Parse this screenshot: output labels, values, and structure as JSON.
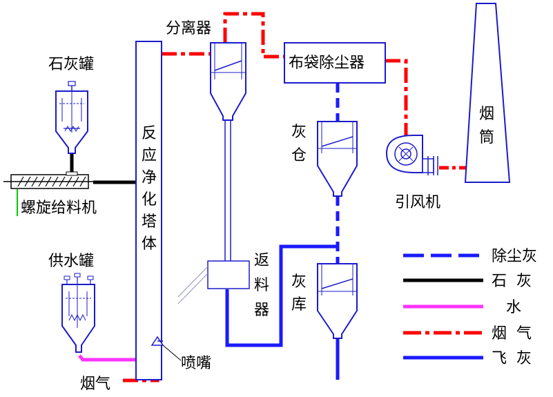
{
  "labels": {
    "lime_tank": "石灰罐",
    "screw_feeder": "螺旋给料机",
    "water_tank": "供水罐",
    "flue_gas_in": "烟气",
    "separator": "分离器",
    "bag_filter": "布袋除尘器",
    "reactor": [
      "反",
      "应",
      "净",
      "化",
      "塔",
      "体"
    ],
    "ash_bin": [
      "灰",
      "仓"
    ],
    "return_feeder": [
      "返",
      "料",
      "器"
    ],
    "ash_store": [
      "灰",
      "库"
    ],
    "fan": "引风机",
    "chimney": [
      "烟",
      "筒"
    ],
    "nozzle": "喷嘴"
  },
  "legend": [
    {
      "label": "除尘灰",
      "style": "dashed",
      "color": "#1a1aff"
    },
    {
      "label": "石  灰",
      "style": "solid",
      "color": "#000000"
    },
    {
      "label": "水",
      "style": "solid",
      "color": "#ff33ff"
    },
    {
      "label": "烟  气",
      "style": "dashdot",
      "color": "#ff0000"
    },
    {
      "label": "飞  灰",
      "style": "solid",
      "color": "#1a1aff"
    }
  ],
  "colors": {
    "equipment": "#1a1acc",
    "dust_ash": "#1a1aff",
    "lime": "#000000",
    "water": "#ff33ff",
    "flue_gas": "#ff0000",
    "fly_ash": "#1a1aff"
  }
}
